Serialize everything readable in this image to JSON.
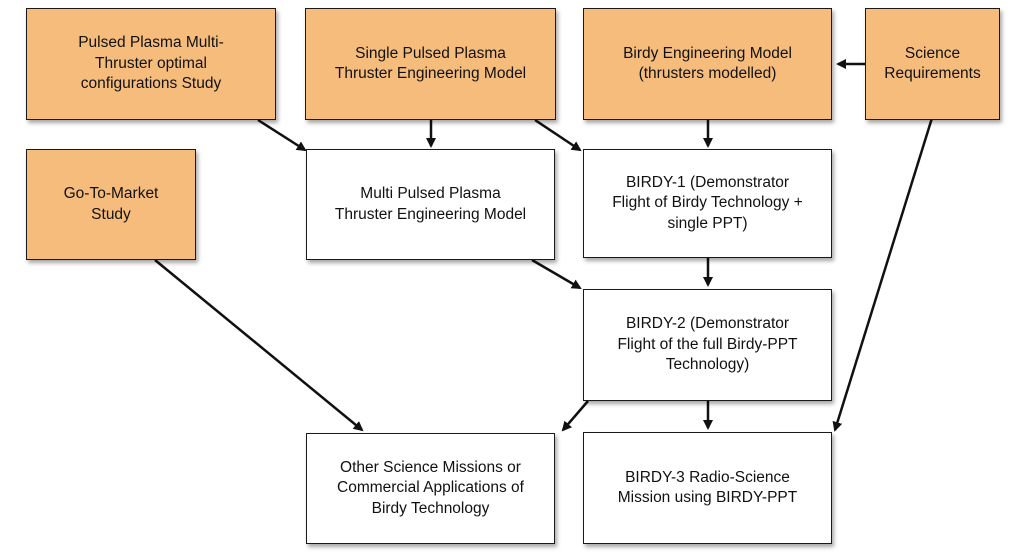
{
  "colors": {
    "highlight": "#f6bc7c",
    "plain": "#ffffff",
    "border": "#1a1a1a"
  },
  "boxes": {
    "pulsed_study": "Pulsed Plasma Multi-\nThruster optimal\nconfigurations Study",
    "single_ppt": "Single Pulsed Plasma\nThruster Engineering Model",
    "birdy_em": "Birdy Engineering Model\n(thrusters modelled)",
    "science_req": "Science\nRequirements",
    "go_to_market": "Go-To-Market\nStudy",
    "multi_ppt": "Multi Pulsed Plasma\nThruster Engineering Model",
    "birdy1": "BIRDY-1 (Demonstrator\nFlight of Birdy Technology +\nsingle PPT)",
    "birdy2": "BIRDY-2 (Demonstrator\nFlight of the full Birdy-PPT\nTechnology)",
    "other_missions": "Other Science Missions or\nCommercial Applications of\nBirdy Technology",
    "birdy3": "BIRDY-3 Radio-Science\nMission using BIRDY-PPT"
  }
}
